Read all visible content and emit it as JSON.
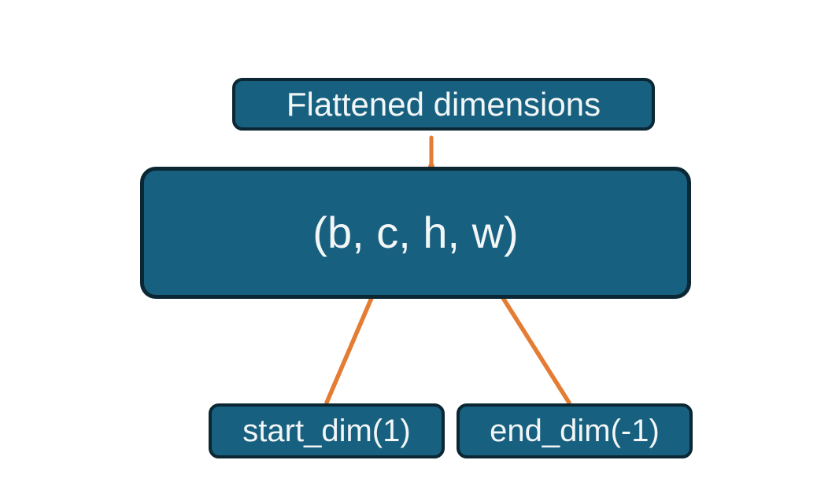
{
  "colors": {
    "background": "#ffffff",
    "node-fill": "#17607F",
    "node-border": "#0B2733",
    "node-text": "#F2F6F7",
    "accent": "#E57C33"
  },
  "nodes": {
    "flattened": {
      "label": "Flattened dimensions"
    },
    "tensor": {
      "label": "(b, c, h, w)"
    },
    "start_dim": {
      "label": "start_dim(1)"
    },
    "end_dim": {
      "label": "end_dim(-1)"
    }
  }
}
